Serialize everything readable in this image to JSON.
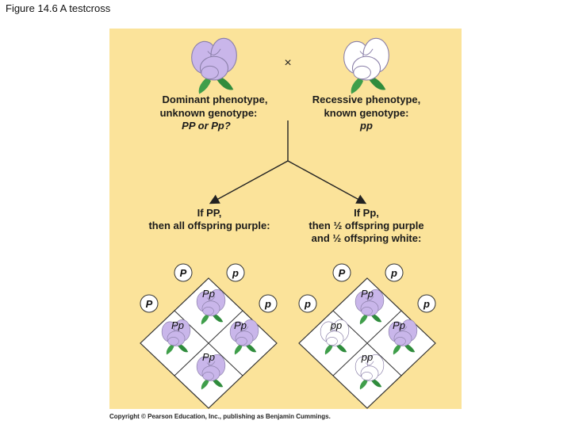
{
  "slide_title": "Figure 14.6 A testcross",
  "cross_symbol": "×",
  "parents": {
    "dominant": {
      "line1": "Dominant phenotype,",
      "line2": "unknown genotype:",
      "line3": "PP or Pp?"
    },
    "recessive": {
      "line1": "Recessive phenotype,",
      "line2": "known genotype:",
      "line3": "pp"
    }
  },
  "outcomes": {
    "left": {
      "line1": "If PP,",
      "line2": "then all offspring purple:"
    },
    "right": {
      "line1": "If Pp,",
      "line2": "then ½ offspring purple",
      "line3": "and ½ offspring white:"
    }
  },
  "punnett_left": {
    "gametes_top": [
      "P",
      "p"
    ],
    "gametes_side": [
      "P",
      "p"
    ],
    "cells": [
      "Pp",
      "Pp",
      "Pp",
      "Pp"
    ]
  },
  "punnett_right": {
    "gametes_top": [
      "P",
      "p"
    ],
    "gametes_side": [
      "p",
      "p"
    ],
    "cells": [
      "Pp",
      "pp",
      "Pp",
      "pp"
    ]
  },
  "copyright": "Copyright © Pearson Education, Inc., publishing as Benjamin Cummings.",
  "colors": {
    "panel": "#fbe39a",
    "purple_flower": "#c9b6ea",
    "white_flower": "#ffffff",
    "leaf": "#3f9e4a"
  }
}
